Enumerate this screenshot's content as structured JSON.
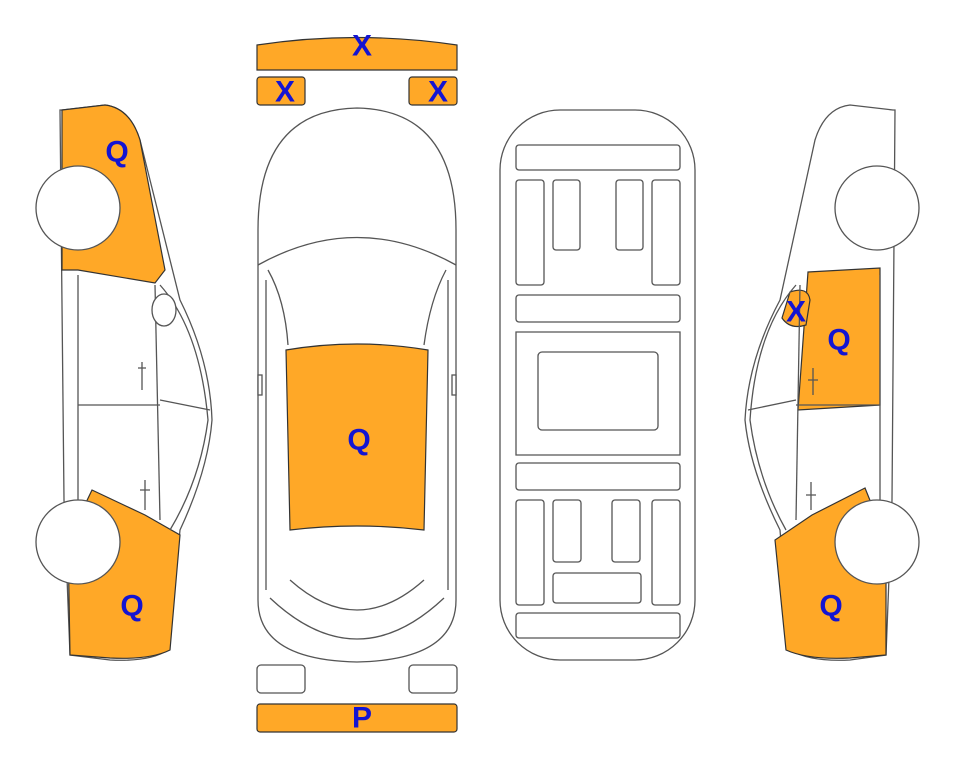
{
  "colors": {
    "highlight": "#FFA827",
    "text": "#1414D2",
    "outline": "#555555"
  },
  "marks": {
    "front_bumper": "X",
    "front_left_lamp": "X",
    "front_right_lamp": "X",
    "left_front_fender": "Q",
    "left_rear_quarter": "Q",
    "roof": "Q",
    "right_door": "Q",
    "right_mirror": "X",
    "right_rear_quarter": "Q",
    "rear_bumper": "P"
  }
}
